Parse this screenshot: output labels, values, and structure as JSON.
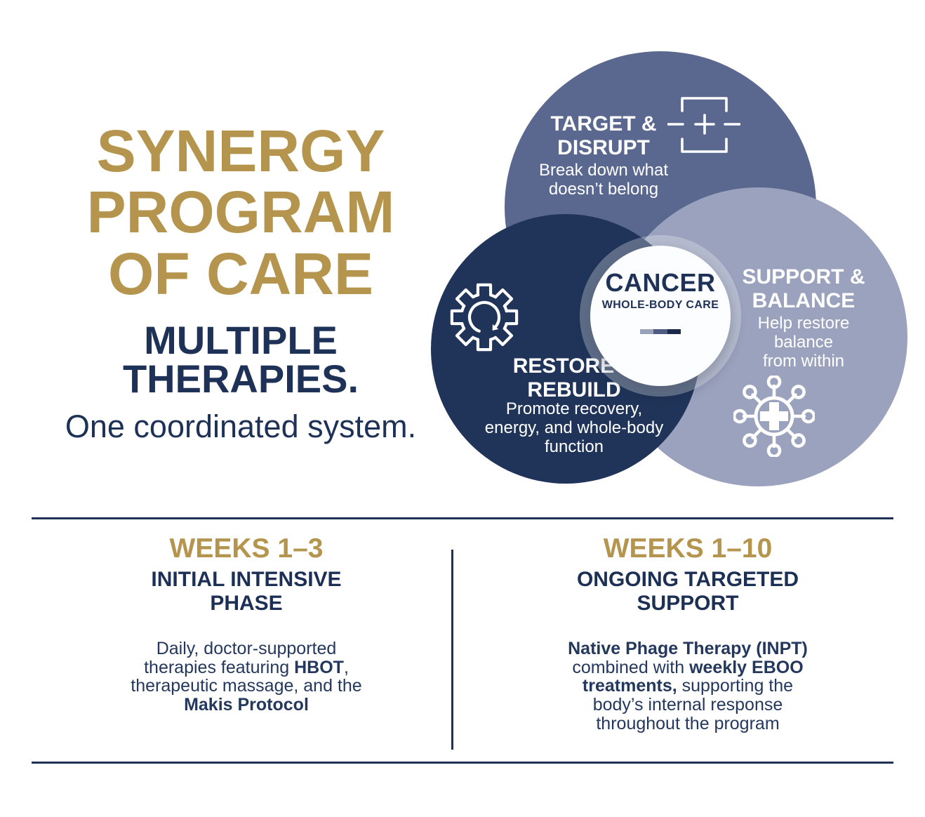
{
  "title": {
    "main": "SYNERGY\nPROGRAM\nOF CARE",
    "subtitle": "MULTIPLE\nTHERAPIES.",
    "tagline": "One coordinated system."
  },
  "venn": {
    "target": {
      "heading": "TARGET &\nDISRUPT",
      "desc": "Break down what\ndoesn’t belong",
      "icon": "crosshair-target-icon",
      "color": "#5a6890"
    },
    "restore": {
      "heading": "RESTORE &\nREBUILD",
      "desc": "Promote recovery,\nenergy, and whole-body\nfunction",
      "icon": "gear-refresh-icon",
      "color": "#203459"
    },
    "support": {
      "heading": "SUPPORT &\nBALANCE",
      "desc": "Help restore\nbalance\nfrom within",
      "icon": "cell-cross-icon",
      "color": "#9aa2bd"
    },
    "center": {
      "title": "CANCER",
      "subtitle": "WHOLE-BODY CARE",
      "bar_segment_colors": [
        "#9aa2ba",
        "#4e5c83",
        "#1b294b"
      ]
    }
  },
  "phases": [
    {
      "weeks": "WEEKS 1–3",
      "heading": "INITIAL INTENSIVE\nPHASE",
      "body": [
        {
          "t": "Daily, doctor-supported therapies featuring ",
          "b": false
        },
        {
          "t": "HBOT",
          "b": true
        },
        {
          "t": ", therapeutic massage, and the ",
          "b": false
        },
        {
          "t": "Makis Protocol",
          "b": true
        }
      ]
    },
    {
      "weeks": "WEEKS 1–10",
      "heading": "ONGOING TARGETED\nSUPPORT",
      "body": [
        {
          "t": "Native Phage Therapy (INPT)",
          "b": true
        },
        {
          "t": " combined with ",
          "b": false
        },
        {
          "t": "weekly EBOO treatments,",
          "b": true
        },
        {
          "t": " supporting the body’s internal response throughout the program",
          "b": false
        }
      ]
    }
  ],
  "colors": {
    "gold": "#b5954e",
    "navy_text": "#1e3156",
    "circle_slate": "#5a6890",
    "circle_light": "#9aa2bd",
    "circle_navy": "#203459",
    "rule": "#1e3156",
    "background": "#ffffff"
  }
}
